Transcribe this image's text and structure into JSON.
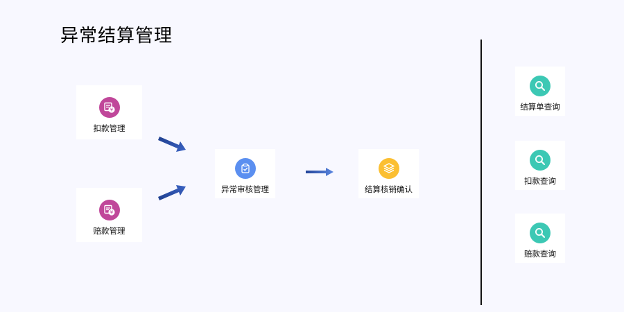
{
  "title": "异常结算管理",
  "colors": {
    "background": "#f8f8ff",
    "card": "#ffffff",
    "magenta": "#c0479a",
    "blue": "#5b8ff0",
    "yellow": "#fbbf32",
    "teal": "#3cc8b4",
    "arrow": "#24459a",
    "divider": "#111111"
  },
  "flow": {
    "deduction": {
      "label": "扣款管理",
      "icon": "bill-yen-icon"
    },
    "compensation": {
      "label": "赔款管理",
      "icon": "bill-yen-icon"
    },
    "exception_review": {
      "label": "异常审核管理",
      "icon": "clipboard-check-icon"
    },
    "settlement_confirm": {
      "label": "结算核销确认",
      "icon": "layers-icon"
    }
  },
  "queries": [
    {
      "label": "结算单查询",
      "icon": "search-icon"
    },
    {
      "label": "扣款查询",
      "icon": "search-icon"
    },
    {
      "label": "赔款查询",
      "icon": "search-icon"
    }
  ]
}
